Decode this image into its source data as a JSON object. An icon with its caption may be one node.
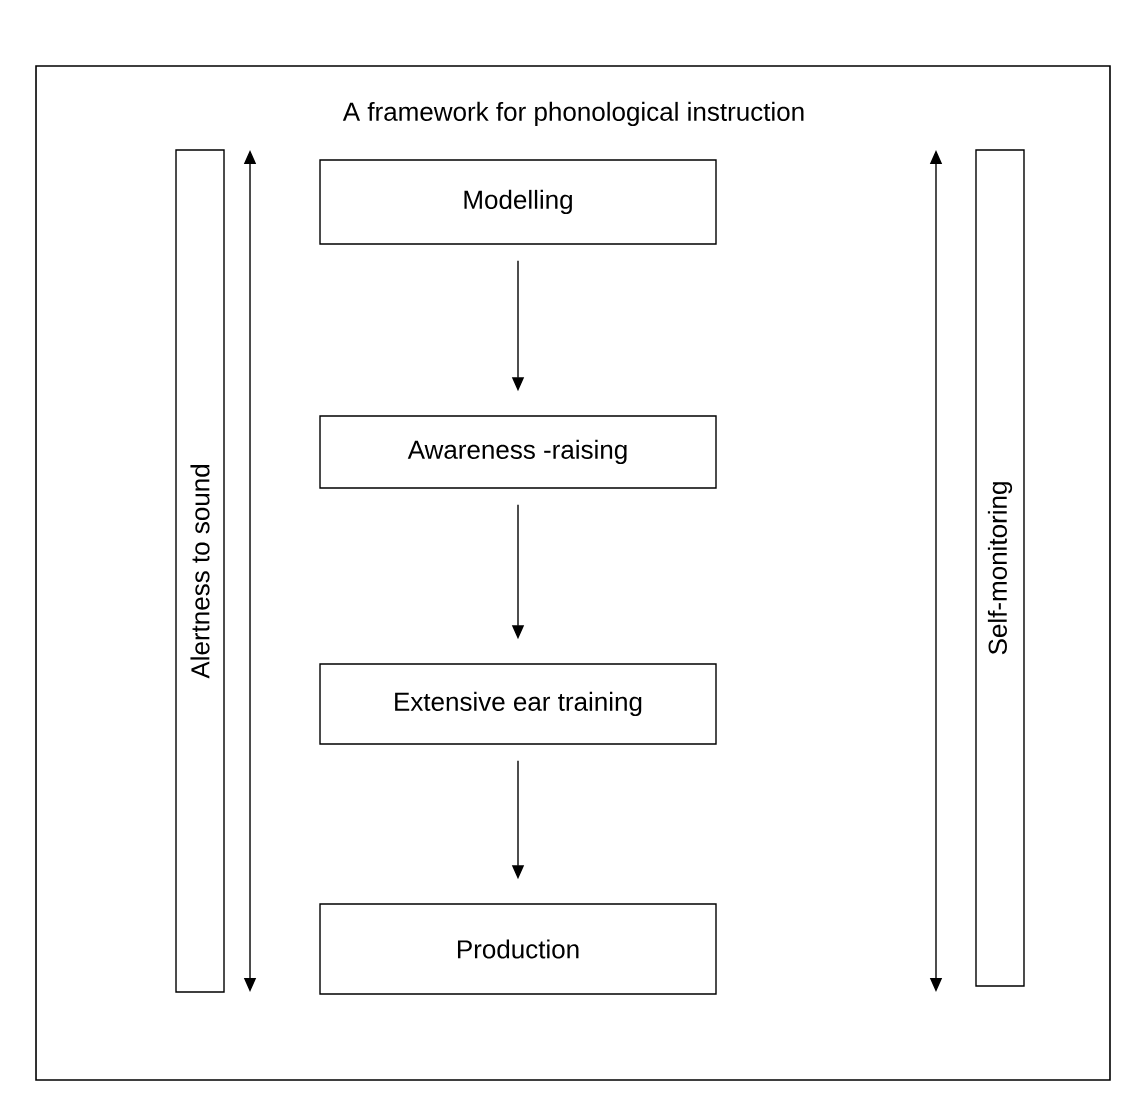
{
  "diagram": {
    "title": "A framework for phonological instruction",
    "nodes": [
      {
        "text": [
          "Alertness to sound"
        ]
      },
      {
        "text": [
          "Modelling"
        ]
      },
      {
        "text": [
          "Awareness -raising"
        ]
      },
      {
        "text": [
          "Extensive ear training"
        ]
      },
      {
        "text": [
          "Production"
        ]
      },
      {
        "text": [
          "Self-monitoring"
        ]
      }
    ],
    "edges": [
      {
        "from": 1,
        "to": 2,
        "arrow": "to"
      },
      {
        "from": 2,
        "to": 3,
        "arrow": "to"
      },
      {
        "from": 3,
        "to": 4,
        "arrow": "to"
      }
    ]
  }
}
